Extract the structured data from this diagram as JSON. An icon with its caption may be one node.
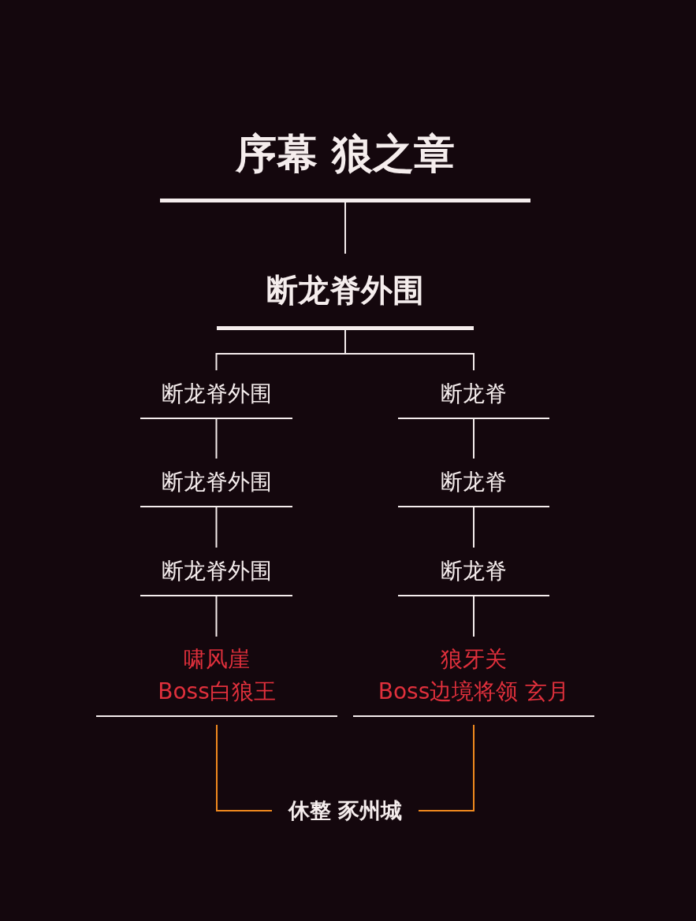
{
  "diagram": {
    "nodes": [
      {
        "text": [
          "序幕 狼之章"
        ]
      },
      {
        "text": [
          "断龙脊外围"
        ]
      },
      {
        "text": [
          "断龙脊外围"
        ]
      },
      {
        "text": [
          "断龙脊"
        ]
      },
      {
        "text": [
          "断龙脊外围"
        ]
      },
      {
        "text": [
          "断龙脊"
        ]
      },
      {
        "text": [
          "断龙脊外围"
        ]
      },
      {
        "text": [
          "断龙脊"
        ]
      },
      {
        "text": [
          "啸风崖",
          "Boss白狼王"
        ]
      },
      {
        "text": [
          "狼牙关",
          "Boss边境将领 玄月"
        ]
      },
      {
        "text": [
          "休整 豕州城"
        ]
      }
    ],
    "edges": [
      {
        "from": 0,
        "to": 1,
        "arrow": "none"
      },
      {
        "from": 1,
        "to": 2,
        "arrow": "none"
      },
      {
        "from": 1,
        "to": 3,
        "arrow": "none"
      },
      {
        "from": 2,
        "to": 4,
        "arrow": "none"
      },
      {
        "from": 4,
        "to": 6,
        "arrow": "none"
      },
      {
        "from": 6,
        "to": 8,
        "arrow": "none"
      },
      {
        "from": 3,
        "to": 5,
        "arrow": "none"
      },
      {
        "from": 5,
        "to": 7,
        "arrow": "none"
      },
      {
        "from": 7,
        "to": 9,
        "arrow": "none"
      },
      {
        "from": 8,
        "to": 10,
        "arrow": "none",
        "color": "#f0891e"
      },
      {
        "from": 9,
        "to": 10,
        "arrow": "none",
        "color": "#f0891e"
      }
    ]
  }
}
